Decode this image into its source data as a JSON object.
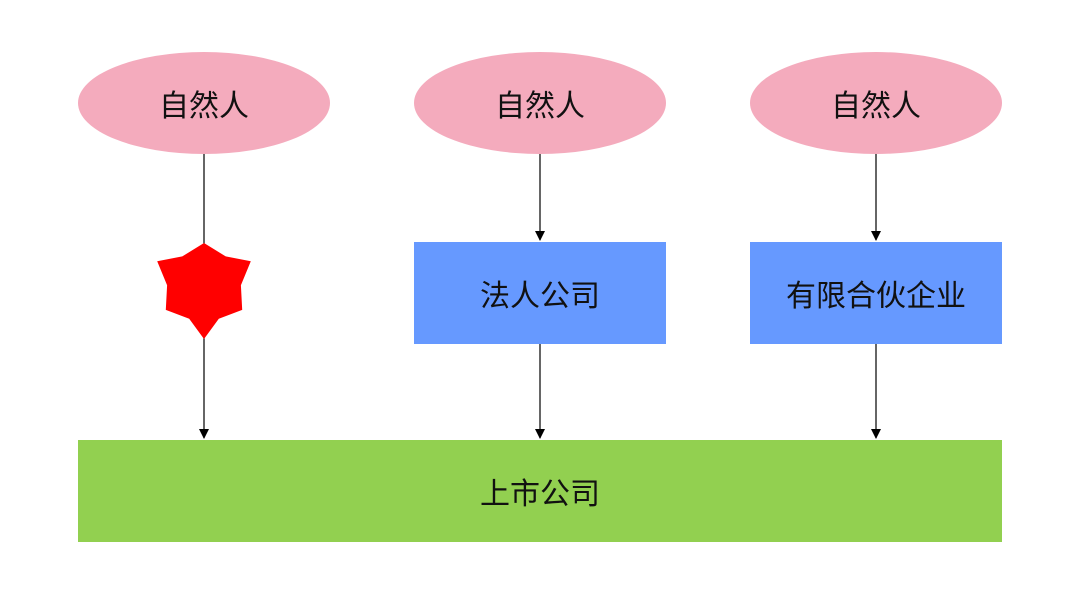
{
  "nodes": {
    "person_1": "自然人",
    "person_2": "自然人",
    "person_3": "自然人",
    "legal_entity": "法人公司",
    "partnership": "有限合伙企业",
    "listed_company": "上市公司"
  },
  "colors": {
    "person_fill": "#f4abbd",
    "intermediate_fill": "#6699ff",
    "listed_fill": "#92d050",
    "star_fill": "#ff0000",
    "edge": "#000000"
  }
}
